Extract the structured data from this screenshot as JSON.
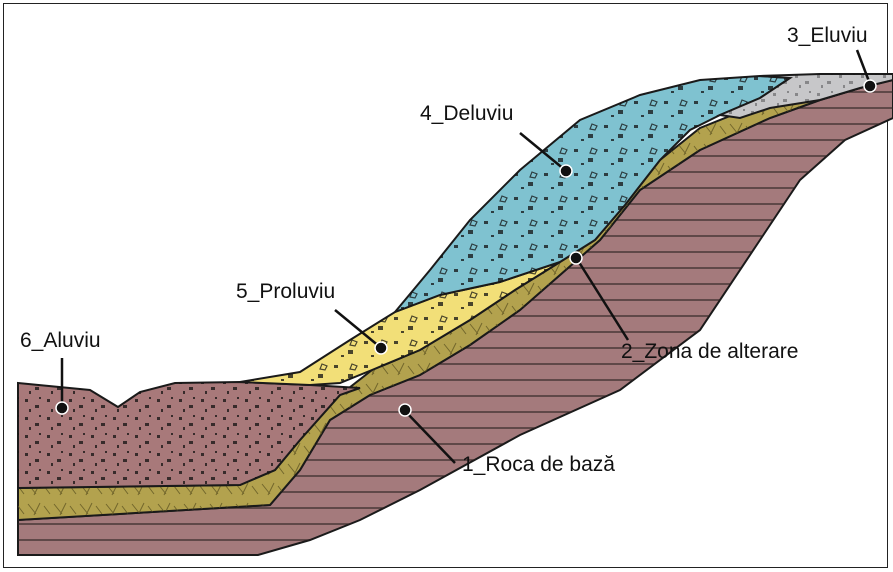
{
  "diagram": {
    "labels": {
      "roca": "1_Roca de bază",
      "alterare": "2_Zona de alterare",
      "eluviu": "3_Eluviu",
      "deluviu": "4_Deluviu",
      "proluviu": "5_Proluviu",
      "aluviu": "6_Aluviu"
    },
    "colors": {
      "roca": "#a47a7c",
      "alterare": "#b3a24e",
      "eluviu": "#c7c7c9",
      "deluviu": "#7fc2d0",
      "proluviu": "#f2df78",
      "aluviu": "#a8797a",
      "outline": "#1a1a1a"
    }
  }
}
